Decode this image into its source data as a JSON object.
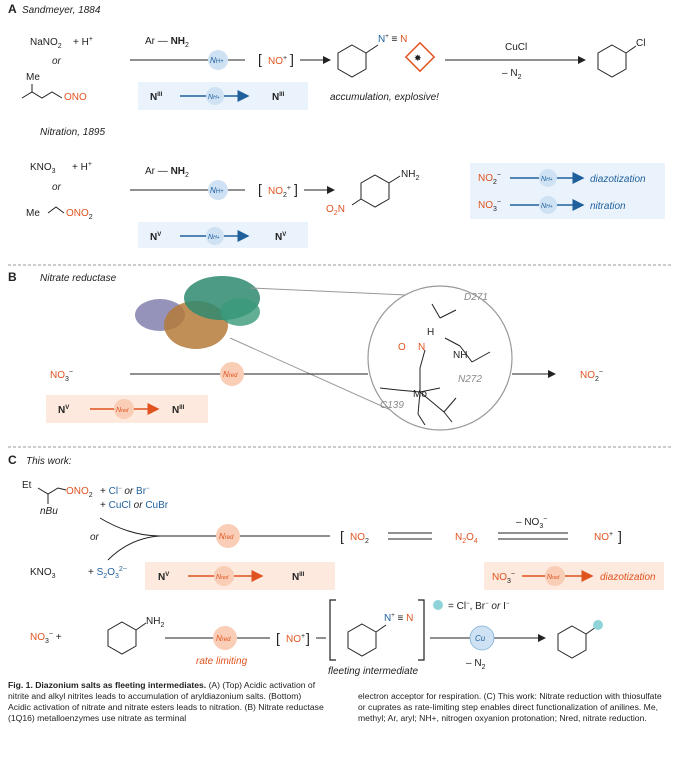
{
  "panels": {
    "A": "A",
    "B": "B",
    "C": "C"
  },
  "panelA": {
    "sandmeyer_title": "Sandmeyer, 1884",
    "nitration_title": "Nitration, 1895",
    "nano2": "NaNO",
    "h_plus": "+ H",
    "or": "or",
    "me": "Me",
    "ono": "ONO",
    "ar_nh2": "Ar",
    "nh2": "NH",
    "n_h_plus": "N",
    "no_plus_bracket": "NO",
    "cucl": "CuCl",
    "minus_n2": "– N",
    "cl": "Cl",
    "accumulation": "accumulation, explosive!",
    "n3": "N",
    "kno3": "KNO",
    "meono2_me": "Me",
    "ono2": "ONO",
    "no2_plus": "NO",
    "nh2_prod": "NH",
    "o2n": "O",
    "n5": "N",
    "legend_no2": "NO",
    "legend_diazotization": "diazotization",
    "legend_no3": "NO",
    "legend_nitration": "nitration"
  },
  "panelB": {
    "title": "Nitrate reductase",
    "no3_minus": "NO",
    "no2_minus": "NO",
    "n_red": "N",
    "nV": "N",
    "nIII": "N",
    "d271": "D271",
    "n272": "N272",
    "c139": "C139",
    "mo": "Mo"
  },
  "panelC": {
    "this_work": "This work:",
    "et": "Et",
    "nbu": "nBu",
    "ono2": "ONO",
    "cl_or_br": "Cl",
    "cucl_or_cubr": "CuCl",
    "or": "or",
    "kno3": "KNO",
    "s2o3": "S",
    "no2": "NO",
    "n2o4": "N",
    "minus_no3": "– NO",
    "no_plus": "NO",
    "nV": "N",
    "nIII": "N",
    "diazotization": "diazotization",
    "no3_minus": "NO",
    "nh2": "NH",
    "rate_limiting": "rate limiting",
    "fleeting": "fleeting intermediate",
    "halide_legend": "= Cl",
    "cu": "Cu",
    "minus_n2": "– N"
  },
  "caption": {
    "title": "Fig. 1. Diazonium salts as fleeting intermediates.",
    "left_text": " (A) (Top) Acidic activation of nitrite and alkyl nitrites leads to accumulation of aryldiazonium salts. (Bottom) Acidic activation of nitrate and nitrate esters leads to nitration. (B) Nitrate reductase (1Q16) metalloenzymes use nitrate as terminal",
    "right_text": "electron acceptor for respiration. (C) This work: Nitrate reduction with thiosulfate or cuprates as rate-limiting step enables direct functionalization of anilines. Me, methyl; Ar, aryl; NH+, nitrogen oxyanion protonation; Nred, nitrate reduction."
  },
  "colors": {
    "accent_red": "#e0531f",
    "accent_blue": "#1f5f9c",
    "box_blue": "#eaf3fb",
    "box_orange": "#fde9dd",
    "bubble_blue": "#cfe2f4",
    "bubble_orange": "#f9cdb6"
  }
}
